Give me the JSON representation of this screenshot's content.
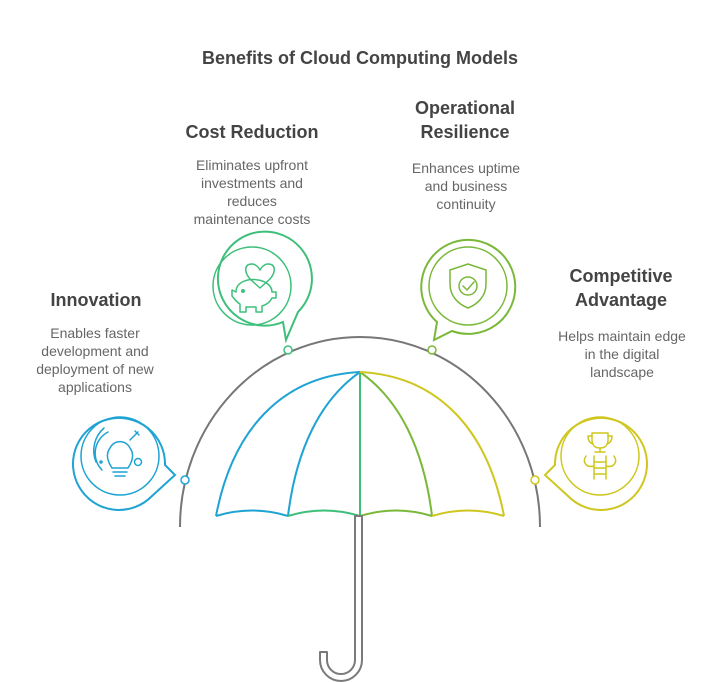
{
  "title": "Benefits of Cloud Computing Models",
  "items": [
    {
      "key": "innovation",
      "title_lines": [
        "Innovation"
      ],
      "desc_lines": [
        "Enables faster",
        "development and",
        "deployment of new",
        "applications"
      ],
      "color": "#1ea3d3",
      "icon": "lightbulb-icon"
    },
    {
      "key": "cost-reduction",
      "title_lines": [
        "Cost Reduction"
      ],
      "desc_lines": [
        "Eliminates upfront",
        "investments and",
        "reduces",
        "maintenance costs"
      ],
      "color": "#3dbf7a",
      "icon": "piggy-bank-heart-icon"
    },
    {
      "key": "operational-resilience",
      "title_lines": [
        "Operational",
        "Resilience"
      ],
      "desc_lines": [
        "Enhances uptime",
        "and business",
        "continuity"
      ],
      "color": "#7ab83a",
      "icon": "shield-check-icon"
    },
    {
      "key": "competitive-advantage",
      "title_lines": [
        "Competitive",
        "Advantage"
      ],
      "desc_lines": [
        "Helps maintain edge",
        "in the digital",
        "landscape"
      ],
      "color": "#cfc71f",
      "icon": "trophy-ladder-icon"
    }
  ],
  "colors": {
    "handle": "#7a7a7a",
    "arc": "#777777",
    "text_heading": "#444444",
    "text_body": "#666666"
  }
}
